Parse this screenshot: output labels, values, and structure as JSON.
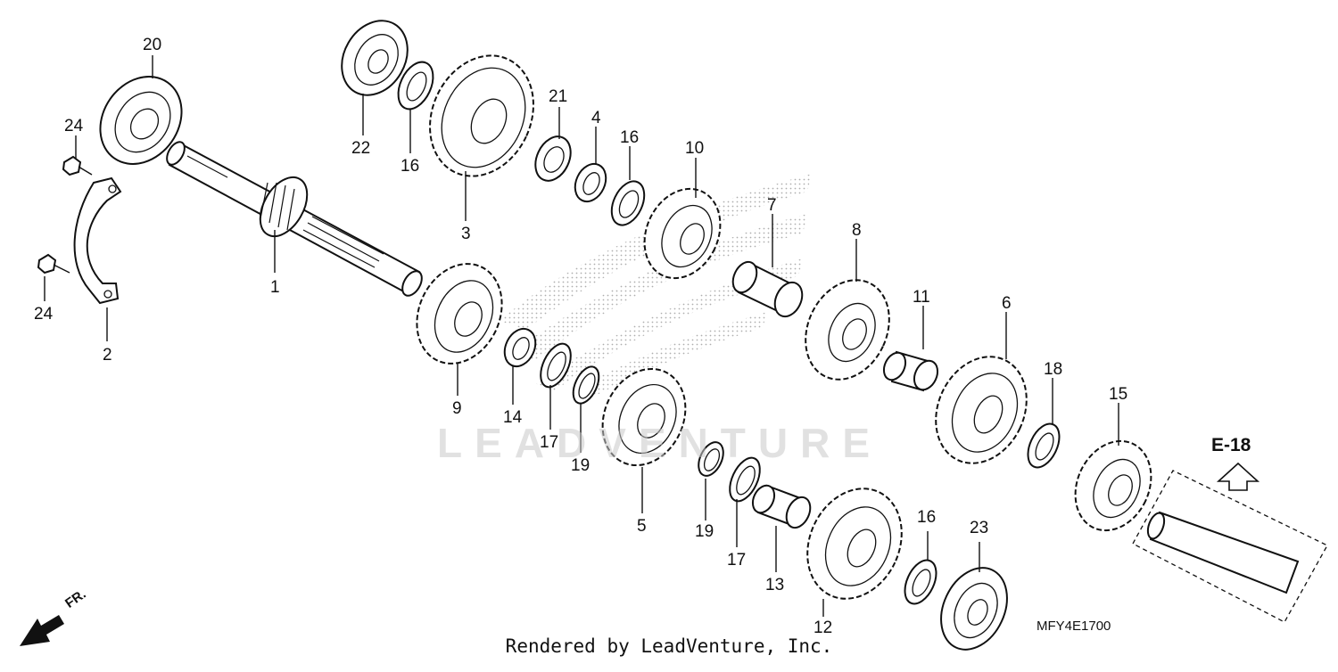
{
  "diagram": {
    "watermark": "LEADVENTURE",
    "diagram_code": "MFY4E1700",
    "section_ref": "E-18",
    "front_marker": "FR.",
    "footer": "Rendered by LeadVenture, Inc."
  },
  "callouts": [
    {
      "label": "1"
    },
    {
      "label": "2"
    },
    {
      "label": "3"
    },
    {
      "label": "4"
    },
    {
      "label": "5"
    },
    {
      "label": "6"
    },
    {
      "label": "7"
    },
    {
      "label": "8"
    },
    {
      "label": "9"
    },
    {
      "label": "10"
    },
    {
      "label": "11"
    },
    {
      "label": "12"
    },
    {
      "label": "13"
    },
    {
      "label": "14"
    },
    {
      "label": "15"
    },
    {
      "label": "16"
    },
    {
      "label": "16"
    },
    {
      "label": "16"
    },
    {
      "label": "17"
    },
    {
      "label": "17"
    },
    {
      "label": "18"
    },
    {
      "label": "19"
    },
    {
      "label": "19"
    },
    {
      "label": "20"
    },
    {
      "label": "21"
    },
    {
      "label": "22"
    },
    {
      "label": "23"
    },
    {
      "label": "24"
    },
    {
      "label": "24"
    }
  ]
}
